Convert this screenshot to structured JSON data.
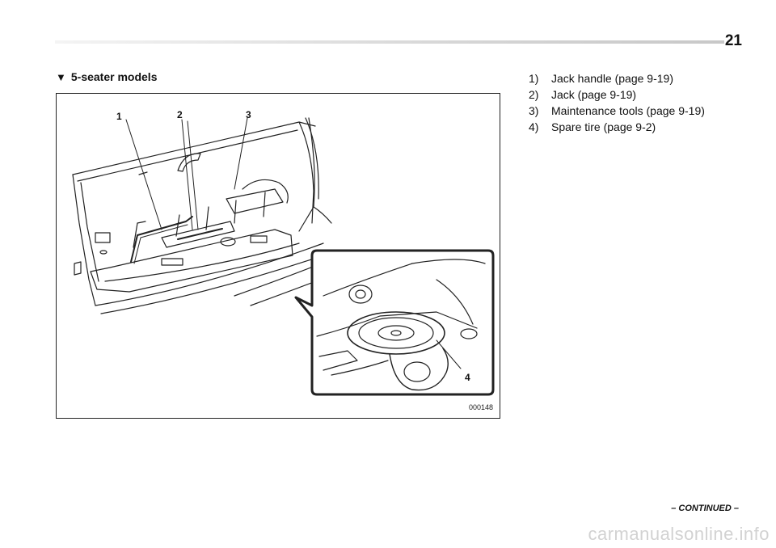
{
  "page": {
    "number": "21",
    "continued": "– CONTINUED –"
  },
  "section": {
    "heading": "5-seater models"
  },
  "figure": {
    "code": "000148",
    "callouts": [
      "1",
      "2",
      "3",
      "4"
    ]
  },
  "legend": [
    {
      "num": "1)",
      "text": "Jack handle (page 9-19)"
    },
    {
      "num": "2)",
      "text": "Jack (page 9-19)"
    },
    {
      "num": "3)",
      "text": "Maintenance tools (page 9-19)"
    },
    {
      "num": "4)",
      "text": "Spare tire (page 9-2)"
    }
  ],
  "watermark": "carmanualsonline.info"
}
